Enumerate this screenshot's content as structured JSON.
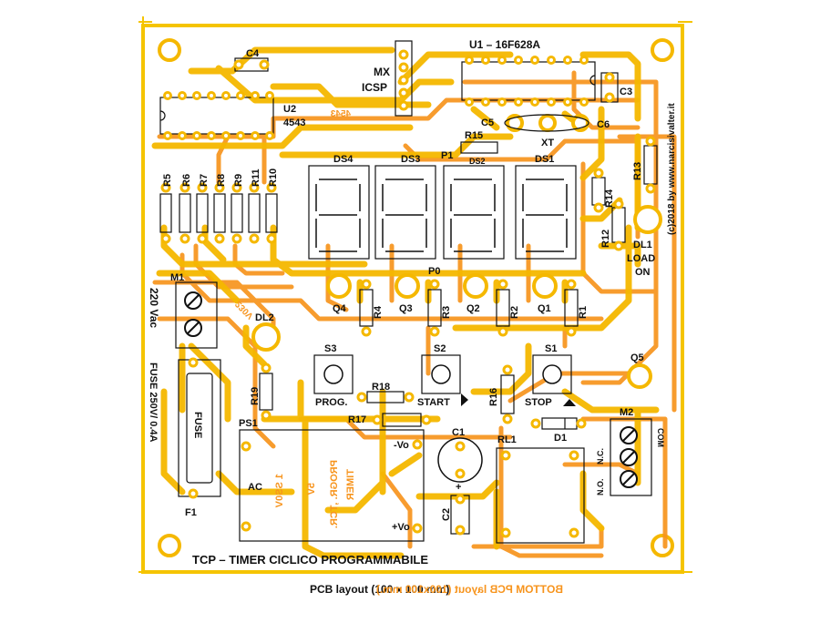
{
  "title": "TCP – TIMER CICLICO PROGRAMMABILE",
  "caption_top": "PCB layout (100 x 100 mm)",
  "caption_mirror": "BOTTOM PCB layout (100x100 mm.)",
  "copyright": "(c)2018 by www.narcisivalter.it",
  "mcu": "U1 – 16F628A",
  "decoder": "U2",
  "decoder_part": "4543",
  "icsp": "MX",
  "icsp2": "ICSP",
  "mains": "220 Vac",
  "fuse_text": "FUSE 250V/ 0.4A",
  "fuse_silk": "FUSE",
  "psu_ac": "AC",
  "psu_neg": "-Vo",
  "psu_pos": "+Vo",
  "mirror_psu_1": "1 SS0V",
  "mirror_psu_2": "5V",
  "mirror_psu_3": "PROGR. ,TCR.",
  "mirror_psu_4": "TIMER",
  "mirror_near_dl2": "230V",
  "mirror_u2": "4543",
  "labels": {
    "c4": "C4",
    "c3": "C3",
    "c5": "C5",
    "c6": "C6",
    "xt": "XT",
    "r15": "R15",
    "p1": "P1",
    "ds4": "DS4",
    "ds3": "DS3",
    "ds2": "DS2",
    "ds1": "DS1",
    "r5": "R5",
    "r6": "R6",
    "r7": "R7",
    "r8": "R8",
    "r9": "R9",
    "r11": "R11",
    "r10": "R10",
    "r13": "R13",
    "r14": "R14",
    "r12": "R12",
    "dl1": "DL1",
    "dl1_a": "LOAD",
    "dl1_b": "ON",
    "p0": "P0",
    "q4": "Q4",
    "q3": "Q3",
    "q2": "Q2",
    "q1": "Q1",
    "r4": "R4",
    "r3": "R3",
    "r2": "R2",
    "r1": "R1",
    "m1": "M1",
    "dl2": "DL2",
    "s3": "S3",
    "s2": "S2",
    "s1": "S1",
    "q5": "Q5",
    "r19": "R19",
    "r18": "R18",
    "r17": "R17",
    "r16": "R16",
    "prog": "PROG.",
    "start": "START",
    "stop": "STOP",
    "ps1": "PS1",
    "c1": "C1",
    "c2": "C2",
    "rl1": "RL1",
    "d1": "D1",
    "m2": "M2",
    "no": "N.O.",
    "nc": "N.C.",
    "com": "COM",
    "f1": "F1",
    "plus": "+"
  },
  "colors": {
    "top_copper": "#f5b800",
    "bottom_copper": "#f7941d",
    "pad": "#ffffff",
    "silk": "#111111"
  }
}
